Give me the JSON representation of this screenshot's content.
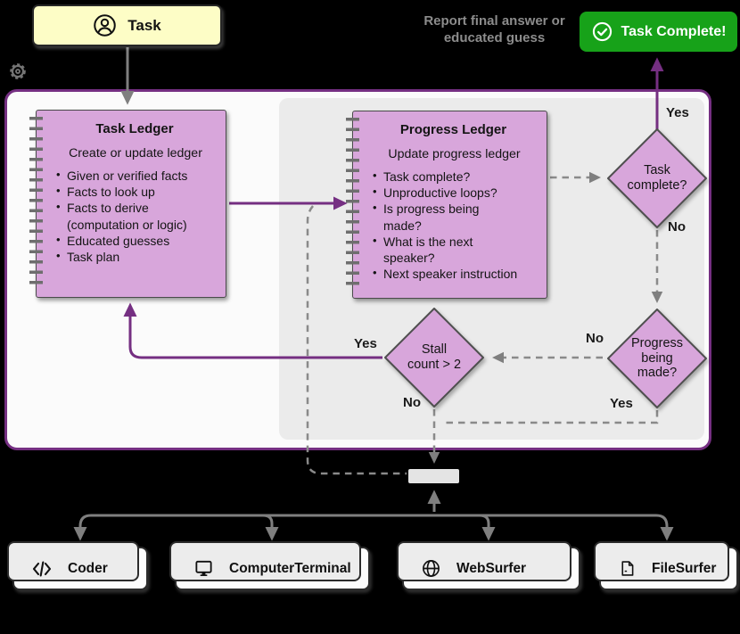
{
  "header": {
    "task_label": "Task",
    "report_line1": "Report final answer or",
    "report_line2": "educated guess",
    "complete_label": "Task Complete!"
  },
  "task_ledger": {
    "title": "Task Ledger",
    "subtitle": "Create or update ledger",
    "bullets": [
      "Given or verified facts",
      "Facts to look up",
      "Facts to derive (computation or logic)",
      "Educated guesses",
      "Task plan"
    ]
  },
  "progress_ledger": {
    "title": "Progress Ledger",
    "subtitle": "Update progress ledger",
    "bullets": [
      "Task complete?",
      "Unproductive loops?",
      "Is progress being made?",
      "What is the next speaker?",
      "Next speaker instruction"
    ]
  },
  "decisions": {
    "task_complete": "Task complete?",
    "progress_made": "Progress being made?",
    "stall_count": "Stall count > 2"
  },
  "edge_labels": {
    "task_complete_yes": "Yes",
    "task_complete_no": "No",
    "progress_made_no": "No",
    "progress_made_yes": "Yes",
    "stall_yes": "Yes",
    "stall_no": "No"
  },
  "agents": [
    {
      "name": "Coder",
      "icon": "code-icon"
    },
    {
      "name": "ComputerTerminal",
      "icon": "monitor-icon"
    },
    {
      "name": "WebSurfer",
      "icon": "globe-icon"
    },
    {
      "name": "FileSurfer",
      "icon": "file-document-icon"
    }
  ],
  "icons": [
    "user-icon",
    "gear-icon",
    "check-circle-icon"
  ],
  "colors": {
    "accent_purple": "#752F82",
    "node_fill": "#D8A6DB",
    "task_fill": "#FDFDC6",
    "success_green": "#17A219",
    "line_gray": "#7F7F7F",
    "inner_loop_gray": "#EBEBEB"
  }
}
